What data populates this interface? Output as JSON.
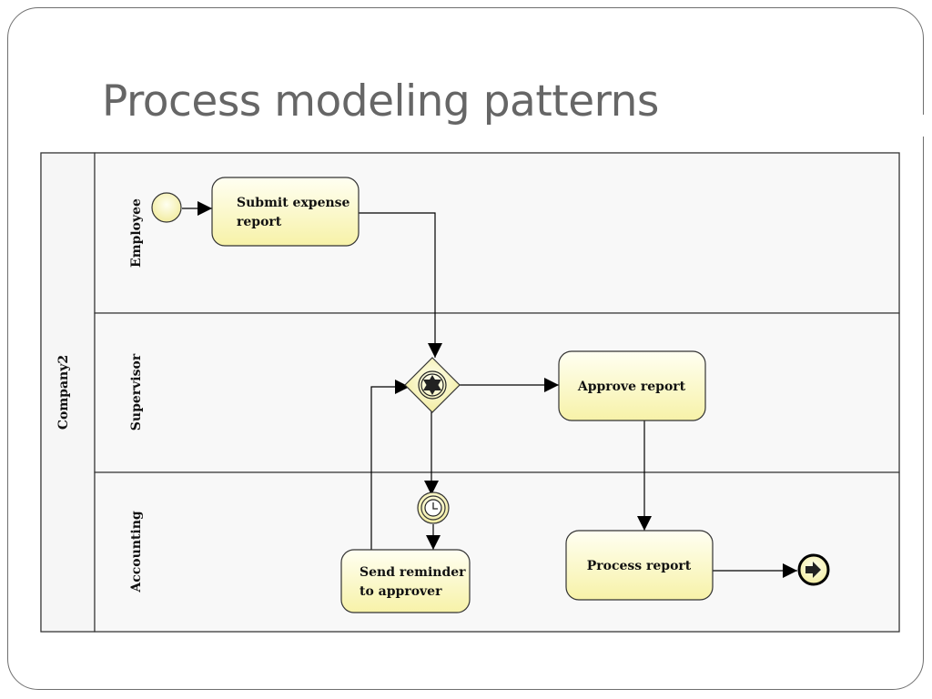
{
  "slide": {
    "title": "Process modeling patterns",
    "footer": ""
  },
  "diagram": {
    "pool": {
      "label": "Company2"
    },
    "lanes": [
      {
        "id": "employee",
        "label": "Employee"
      },
      {
        "id": "supervisor",
        "label": "Supervisor"
      },
      {
        "id": "accounting",
        "label": "Accounting"
      }
    ],
    "tasks": {
      "submit": {
        "lines": [
          "Submit expense",
          "report"
        ]
      },
      "approve": {
        "lines": [
          "Approve report"
        ]
      },
      "reminder": {
        "lines": [
          "Send reminder",
          "to approver"
        ]
      },
      "process": {
        "lines": [
          "Process report"
        ]
      }
    },
    "elements": {
      "start_event": "start-event",
      "gateway": "event-based-gateway",
      "timer_event": "timer-intermediate-event",
      "end_event": "message-end-event"
    }
  },
  "colors": {
    "task_fill_top": "#fffff2",
    "task_fill_bottom": "#f7f2a8",
    "event_fill": "#fcf6c4",
    "lane_fill": "#f8f8f8",
    "line": "#000000",
    "title": "#666666"
  }
}
